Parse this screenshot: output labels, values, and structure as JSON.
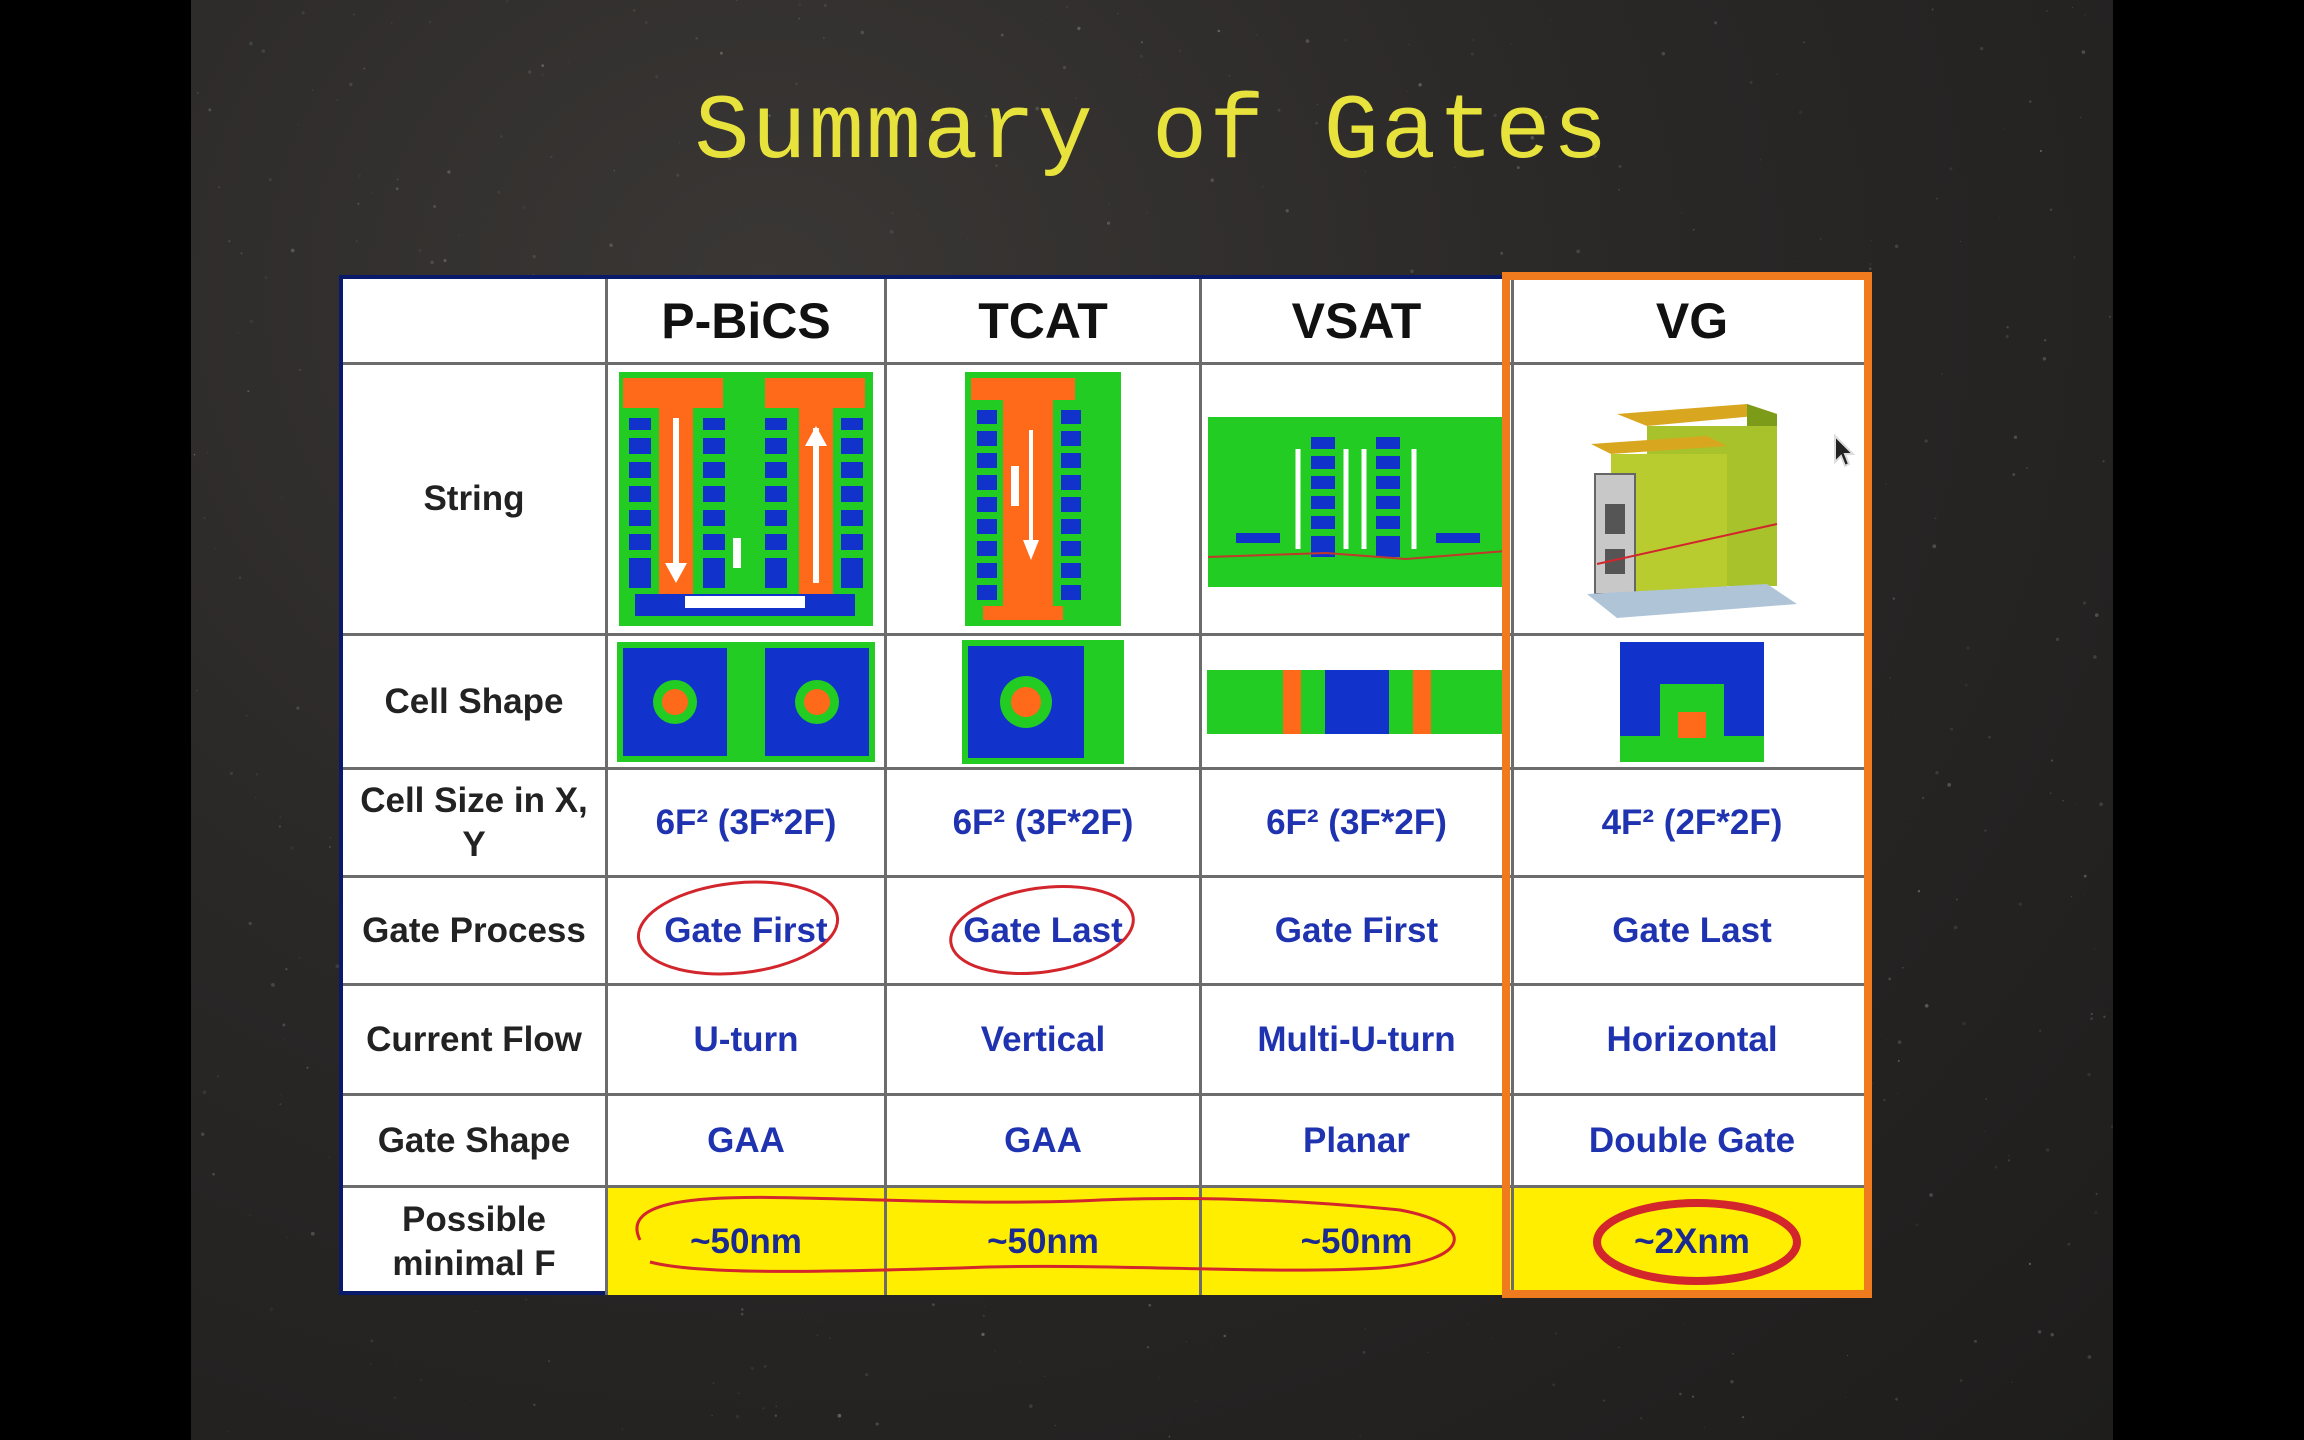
{
  "slide": {
    "title": "Summary of Gates"
  },
  "table": {
    "columns": [
      "P-BiCS",
      "TCAT",
      "VSAT",
      "VG"
    ],
    "rows": [
      {
        "label": "String",
        "values": [
          "",
          "",
          "",
          ""
        ]
      },
      {
        "label": "Cell Shape",
        "values": [
          "",
          "",
          "",
          ""
        ]
      },
      {
        "label": "Cell Size in X, Y",
        "values": [
          "6F² (3F*2F)",
          "6F² (3F*2F)",
          "6F² (3F*2F)",
          "4F² (2F*2F)"
        ]
      },
      {
        "label": "Gate Process",
        "values": [
          "Gate First",
          "Gate Last",
          "Gate First",
          "Gate Last"
        ]
      },
      {
        "label": "Current Flow",
        "values": [
          "U-turn",
          "Vertical",
          "Multi-U-turn",
          "Horizontal"
        ]
      },
      {
        "label": "Gate Shape",
        "values": [
          "GAA",
          "GAA",
          "Planar",
          "Double Gate"
        ]
      },
      {
        "label": "Possible minimal F",
        "values": [
          "~50nm",
          "~50nm",
          "~50nm",
          "~2Xnm"
        ]
      }
    ],
    "highlighted_column": "VG"
  },
  "colors": {
    "title": "#e8e23c",
    "value_text": "#1f33b0",
    "highlight_border": "#f07a1e",
    "yellow_row": "#ffee00",
    "ink": "#d2262c",
    "diagram_green": "#22cc22",
    "diagram_blue": "#1133cc",
    "diagram_orange": "#ff6a1a"
  },
  "icons": [
    "mouse-cursor-icon"
  ]
}
